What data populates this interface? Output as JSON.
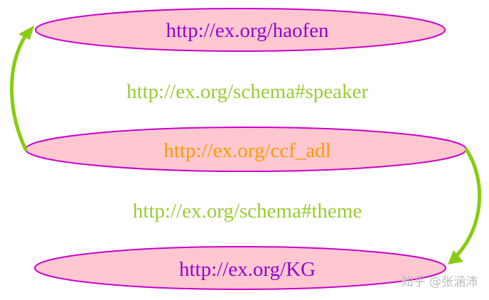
{
  "nodes": {
    "top": {
      "label": "http://ex.org/haofen"
    },
    "middle": {
      "label": "http://ex.org/ccf_adl"
    },
    "bottom": {
      "label": "http://ex.org/KG"
    }
  },
  "edges": {
    "speaker": {
      "label": "http://ex.org/schema#speaker"
    },
    "theme": {
      "label": "http://ex.org/schema#theme"
    }
  },
  "watermark": {
    "text": "知乎 @张涵沛"
  },
  "colors": {
    "node_fill": "#ffc8d0",
    "node_stroke": "#cc00cc",
    "node_text": "#9900cc",
    "highlight_text": "#ff9900",
    "edge_text": "#99cc33",
    "arrow": "#88cc11",
    "watermark": "#bbbbbb"
  }
}
